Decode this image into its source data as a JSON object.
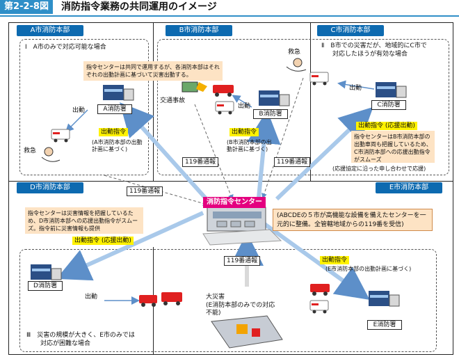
{
  "header": {
    "badge": "第2-2-8図",
    "title": "消防指令業務の共同運用のイメージ"
  },
  "regions": {
    "a": "A市消防本部",
    "b": "B市消防本部",
    "c": "C市消防本部",
    "d": "D市消防本部",
    "e": "E市消防本部"
  },
  "cases": {
    "case1": "Ⅰ　A市のみで対応可能な場合",
    "case2_line1": "Ⅱ　B市での災害だが、地域的にC市で",
    "case2_line2": "対応したほうが有効な場合",
    "case3_line1": "Ⅲ　災害の規模が大きく、E市のみでは",
    "case3_line2": "対応が困難な場合"
  },
  "stations": {
    "a": "A消防署",
    "b": "B消防署",
    "c": "C消防署",
    "d": "D消防署",
    "e": "E消防署"
  },
  "notes": {
    "top": "指令センターは共同で運用するが、各消防本部はそれぞれの出動計画に基づいて災害出動する。",
    "c_note": "指令センターはB市消防本部の出動車両も把握しているため、C市消防本部への応援出動指令がスムーズ",
    "c_sub": "(応援協定に沿った申し合わせで応援)",
    "d_note": "指令センターは災害情報を把握しているため、D市消防本部への応援出動指令がスムーズ。指令前に災害情報も提供",
    "center_note": "(ABCDEの５市が高機能な設備を備えたセンターを一元的に整備。全管轄地域からの119番を受信)"
  },
  "labels": {
    "dispatch": "出動",
    "rescue": "救急",
    "traffic": "交通事故",
    "call119": "119番通報",
    "dispatch_order": "出動指令",
    "dispatch_order_support": "出動指令 (応援出動)",
    "a_plan": "(A市消防本部の出動計画に基づく)",
    "b_plan": "(B市消防本部の出動計画に基づく)",
    "e_plan": "(E市消防本部の出動計画に基づく)",
    "disaster": "大災害",
    "disaster_sub": "(E消防本部のみでの対応不能)",
    "center": "消防指令センター"
  },
  "colors": {
    "header_blue": "#2f8fc8",
    "tab_blue": "#0d6ab0",
    "arrow_blue": "#a9c9ea",
    "center_magenta": "#e4007f",
    "note_peach": "#fde3c4",
    "highlight_yellow": "#fff200",
    "fire_red": "#e02020"
  }
}
